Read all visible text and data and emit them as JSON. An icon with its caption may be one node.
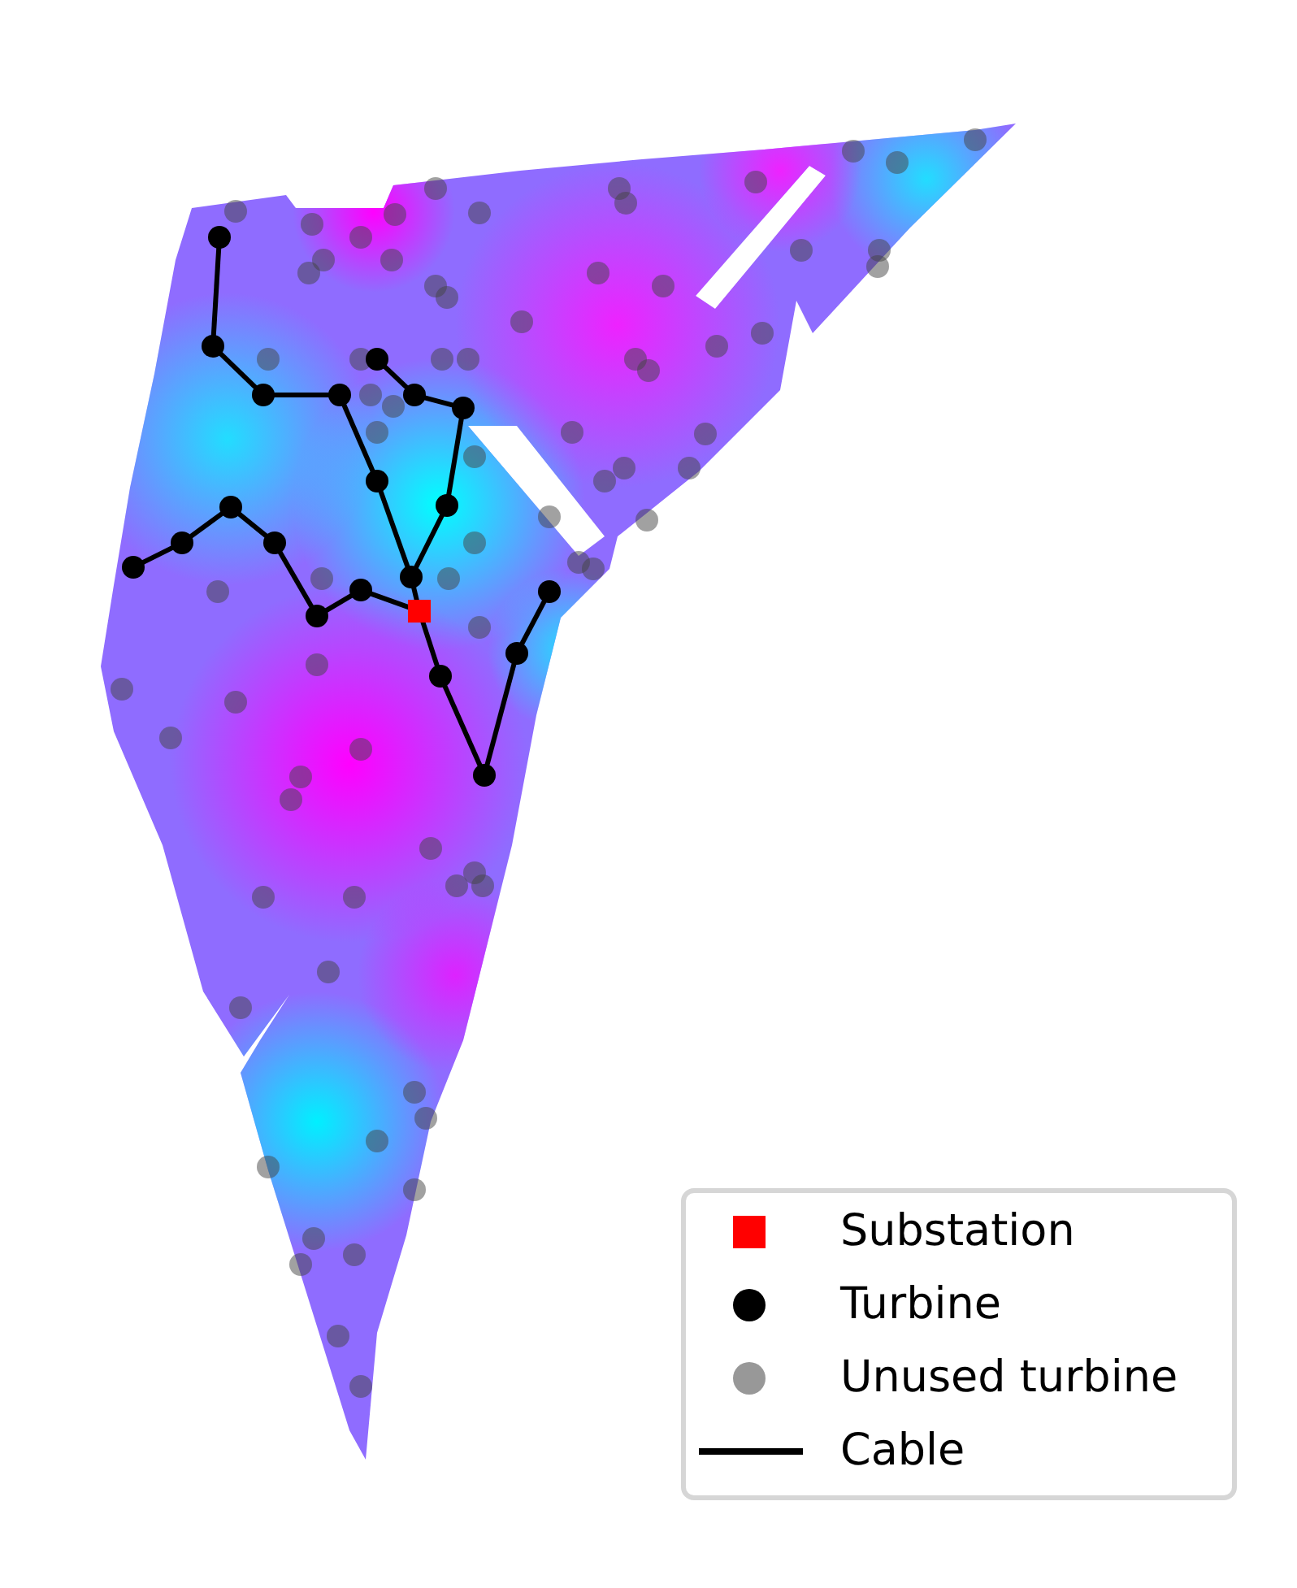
{
  "diagram": {
    "nodes": [
      {
        "text": [],
        "shape": "circle"
      },
      {
        "text": [],
        "shape": "circle"
      },
      {
        "text": [],
        "shape": "circle"
      },
      {
        "text": [],
        "shape": "circle"
      },
      {
        "text": [],
        "shape": "circle"
      },
      {
        "text": [],
        "shape": "circle"
      },
      {
        "text": [],
        "shape": "circle"
      },
      {
        "text": [],
        "shape": "circle"
      },
      {
        "text": [],
        "shape": "circle"
      },
      {
        "text": [],
        "shape": "circle"
      },
      {
        "text": [],
        "shape": "circle"
      },
      {
        "text": [],
        "shape": "circle"
      },
      {
        "text": [],
        "shape": "circle"
      },
      {
        "text": [],
        "shape": "circle"
      },
      {
        "text": [],
        "shape": "circle"
      },
      {
        "text": [],
        "shape": "circle"
      },
      {
        "text": [],
        "shape": "box"
      },
      {
        "text": [],
        "shape": "circle"
      },
      {
        "text": [],
        "shape": "circle"
      },
      {
        "text": [],
        "shape": "circle"
      },
      {
        "text": [],
        "shape": "circle"
      }
    ],
    "edges": [
      {
        "from": 0,
        "to": 1,
        "arrow": "none"
      },
      {
        "from": 1,
        "to": 3,
        "arrow": "none"
      },
      {
        "from": 3,
        "to": 4,
        "arrow": "none"
      },
      {
        "from": 4,
        "to": 7,
        "arrow": "none"
      },
      {
        "from": 7,
        "to": 14,
        "arrow": "none"
      },
      {
        "from": 2,
        "to": 5,
        "arrow": "none"
      },
      {
        "from": 5,
        "to": 6,
        "arrow": "none"
      },
      {
        "from": 6,
        "to": 8,
        "arrow": "none"
      },
      {
        "from": 8,
        "to": 14,
        "arrow": "none"
      },
      {
        "from": 14,
        "to": 16,
        "arrow": "none"
      },
      {
        "from": 12,
        "to": 10,
        "arrow": "none"
      },
      {
        "from": 10,
        "to": 9,
        "arrow": "none"
      },
      {
        "from": 9,
        "to": 11,
        "arrow": "none"
      },
      {
        "from": 11,
        "to": 17,
        "arrow": "none"
      },
      {
        "from": 17,
        "to": 13,
        "arrow": "none"
      },
      {
        "from": 13,
        "to": 16,
        "arrow": "none"
      },
      {
        "from": 16,
        "to": 19,
        "arrow": "none"
      },
      {
        "from": 19,
        "to": 20,
        "arrow": "none"
      },
      {
        "from": 20,
        "to": 18,
        "arrow": "none"
      },
      {
        "from": 18,
        "to": 15,
        "arrow": "none"
      }
    ],
    "legend": [
      {
        "text": "Substation"
      },
      {
        "text": "Turbine"
      },
      {
        "text": "Unused turbine"
      },
      {
        "text": "Cable"
      }
    ]
  }
}
